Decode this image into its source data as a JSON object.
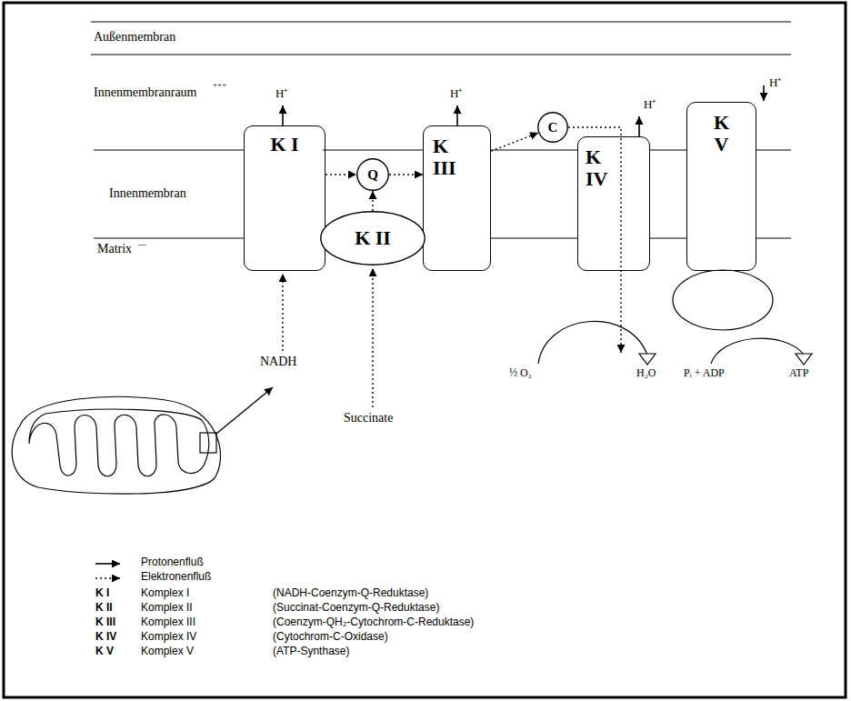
{
  "diagram": {
    "nodes": [
      {
        "text": [
          "K I"
        ]
      },
      {
        "text": [
          "Q"
        ]
      },
      {
        "text": [
          "K III"
        ]
      },
      {
        "text": [
          "C"
        ]
      },
      {
        "text": [
          "K IV"
        ]
      },
      {
        "text": [
          "K V"
        ]
      },
      {
        "text": [
          "K II"
        ]
      }
    ],
    "edges": [
      {
        "from": 0,
        "to": 1,
        "arrow": "to"
      },
      {
        "from": 6,
        "to": 1,
        "arrow": "to"
      },
      {
        "from": 1,
        "to": 2,
        "arrow": "to"
      },
      {
        "from": 2,
        "to": 3,
        "arrow": "to"
      }
    ],
    "labels": [
      "Außenmembran",
      "Innenmembranraum",
      "+++",
      "H⁺",
      "H⁺",
      "H⁺",
      "H⁺",
      "Innenmembran",
      "Matrix",
      "---",
      "NADH",
      "Succinate",
      "½ O₂",
      "H₂O",
      "Pᵢ + ADP",
      "ATP",
      "K I",
      "Komplex I",
      "(NADH-Coenzym-Q-Reduktase)",
      "K II",
      "Komplex II",
      "(Succinat-Coenzym-Q-Reduktase)",
      "K III",
      "Komplex III",
      "(Coenzym-QH₂-Cytochrom-C-Reduktase)",
      "K IV",
      "Komplex IV",
      "(Cytochrom-C-Oxidase)",
      "K V",
      "Komplex V",
      "(ATP-Synthase)"
    ],
    "legend": [
      {
        "text": "Protonenfluß"
      },
      {
        "text": "Elektronenfluß"
      }
    ]
  }
}
